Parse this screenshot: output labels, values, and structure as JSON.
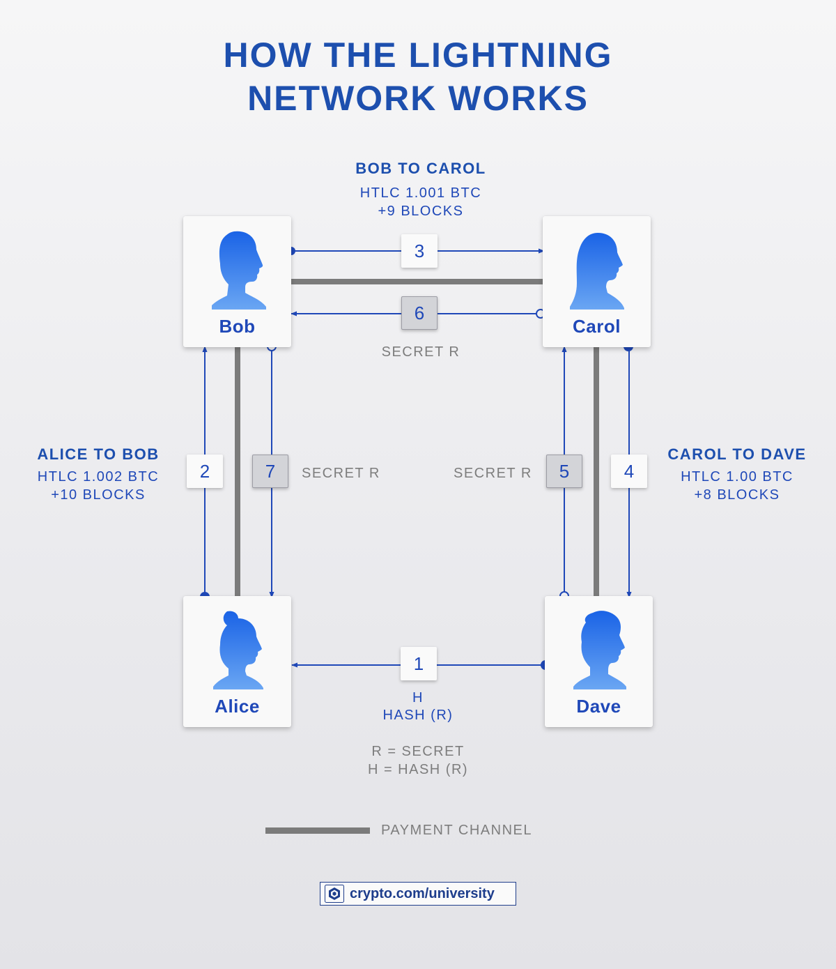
{
  "title": {
    "line1": "HOW THE LIGHTNING",
    "line2": "NETWORK WORKS"
  },
  "nodes": {
    "bob": "Bob",
    "carol": "Carol",
    "alice": "Alice",
    "dave": "Dave"
  },
  "steps": {
    "s1": "1",
    "s2": "2",
    "s3": "3",
    "s4": "4",
    "s5": "5",
    "s6": "6",
    "s7": "7"
  },
  "bob_to_carol": {
    "header": "BOB TO CAROL",
    "line1": "HTLC 1.001 BTC",
    "line2": "+9 BLOCKS"
  },
  "alice_to_bob": {
    "header": "ALICE TO BOB",
    "line1": "HTLC 1.002 BTC",
    "line2": "+10 BLOCKS"
  },
  "carol_to_dave": {
    "header": "CAROL TO DAVE",
    "line1": "HTLC 1.00 BTC",
    "line2": "+8 BLOCKS"
  },
  "secret_labels": {
    "top": "SECRET R",
    "left": "SECRET R",
    "right": "SECRET R"
  },
  "dave_to_alice": {
    "line1": "H",
    "line2": "HASH (R)"
  },
  "key": {
    "line1": "R = SECRET",
    "line2": "H = HASH (R)"
  },
  "legend": {
    "payment_channel": "PAYMENT CHANNEL"
  },
  "footer": {
    "url": "crypto.com/university"
  },
  "colors": {
    "accent": "#1d4fae",
    "arrow": "#1f48b8",
    "channel": "#7b7b7b",
    "muted": "#7d7d7d"
  },
  "icons": [
    "person-male-silhouette-icon",
    "person-female-silhouette-icon",
    "crypto-com-logo-icon"
  ]
}
